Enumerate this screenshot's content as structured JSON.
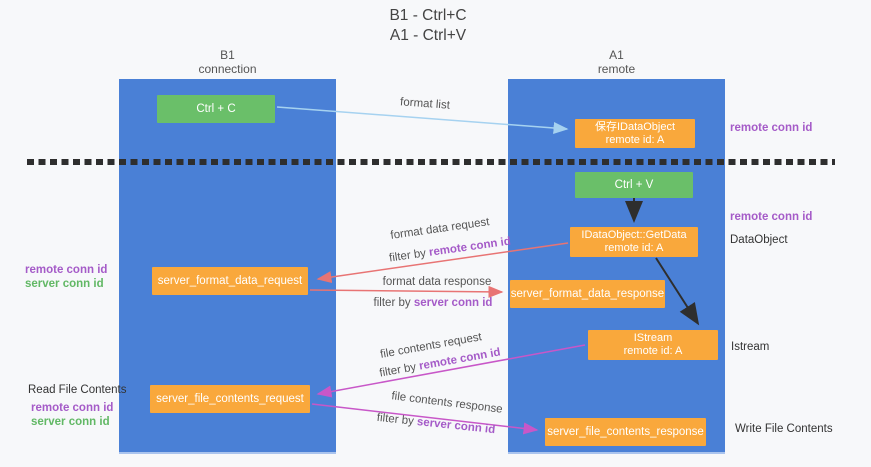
{
  "title": {
    "line1": "B1 - Ctrl+C",
    "line2": "A1 - Ctrl+V"
  },
  "columns": {
    "b1": {
      "name": "B1",
      "role": "connection"
    },
    "a1": {
      "name": "A1",
      "role": "remote"
    }
  },
  "boxes": {
    "ctrl_c": "Ctrl + C",
    "ctrl_v": "Ctrl + V",
    "save_idataobject": {
      "line1": "保存IDataObject",
      "line2": "remote id: A"
    },
    "idataobject_getdata": {
      "line1": "IDataObject::GetData",
      "line2": "remote id: A"
    },
    "server_format_data_request": "server_format_data_request",
    "server_format_data_response": "server_format_data_response",
    "istream": {
      "line1": "IStream",
      "line2": "remote id: A"
    },
    "server_file_contents_request": "server_file_contents_request",
    "server_file_contents_response": "server_file_contents_response"
  },
  "arrow_labels": {
    "format_list": "format list",
    "format_data_request": "format data request",
    "format_data_response": "format data response",
    "file_contents_request": "file contents request",
    "file_contents_response": "file contents response",
    "filter_by": "filter by"
  },
  "common": {
    "remote_conn_id": "remote conn id",
    "server_conn_id": "server conn id"
  },
  "side_labels": {
    "dataobject": "DataObject",
    "istream": "Istream",
    "write_file_contents": "Write File Contents",
    "read_file_contents": "Read File Contents"
  },
  "colors": {
    "background": "#f7f8fa",
    "lifeline_blue": "#4a80d6",
    "box_green": "#6abf69",
    "box_orange": "#f9a83c",
    "purple_text": "#a55bc8",
    "green_text": "#62b865",
    "arrow_red": "#e87474",
    "arrow_magenta": "#c857c8",
    "arrow_lightblue": "#a6d2f0",
    "arrow_black": "#2e2e2e",
    "label_gray": "#555555",
    "title_gray": "#444444"
  }
}
